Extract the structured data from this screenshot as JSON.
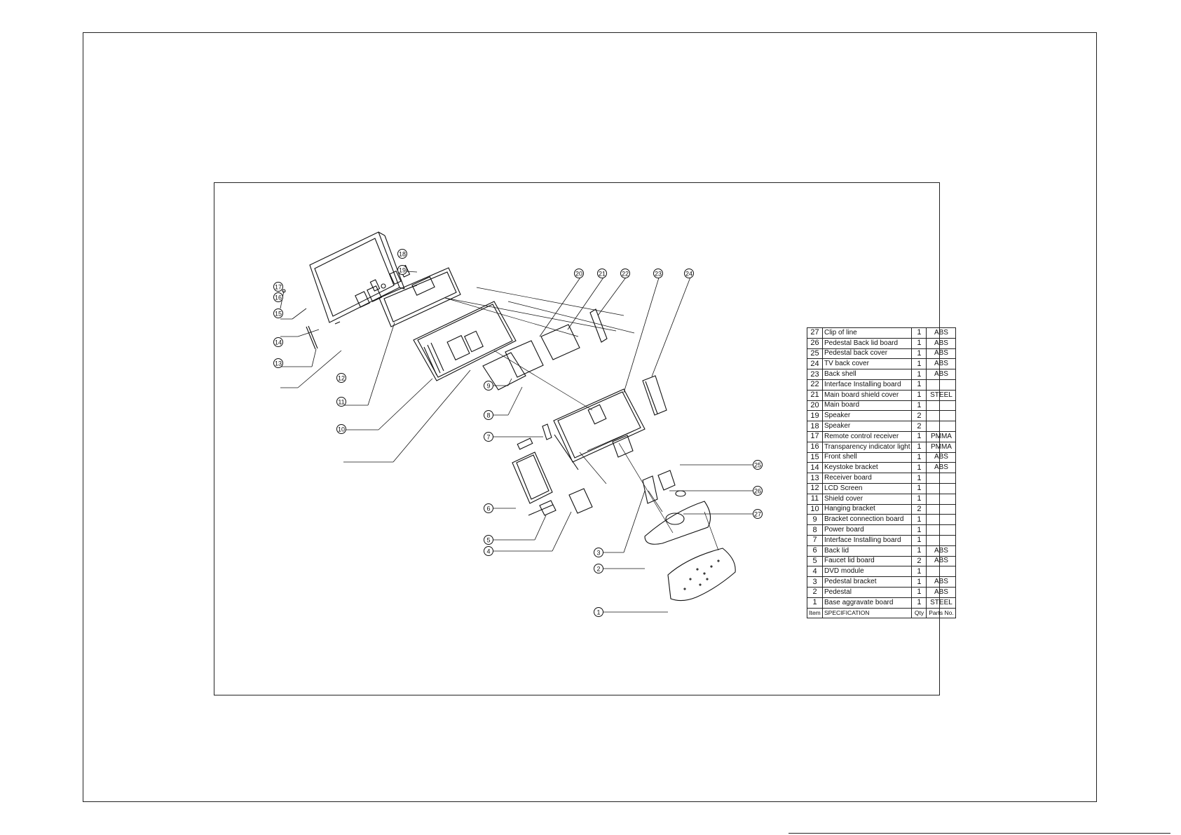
{
  "parts_list": {
    "header": {
      "item": "Item",
      "specification": "SPECIFICATION",
      "qty": "Qty",
      "parts_no": "Parts No."
    },
    "rows": [
      {
        "item": "27",
        "specification": "Clip of line",
        "qty": "1",
        "parts_no": "ABS"
      },
      {
        "item": "26",
        "specification": "Pedestal Back lid board",
        "qty": "1",
        "parts_no": "ABS"
      },
      {
        "item": "25",
        "specification": "Pedestal back cover",
        "qty": "1",
        "parts_no": "ABS"
      },
      {
        "item": "24",
        "specification": "TV back cover",
        "qty": "1",
        "parts_no": "ABS"
      },
      {
        "item": "23",
        "specification": "Back shell",
        "qty": "1",
        "parts_no": "ABS"
      },
      {
        "item": "22",
        "specification": "Interface Installing board",
        "qty": "1",
        "parts_no": ""
      },
      {
        "item": "21",
        "specification": "Main board shield cover",
        "qty": "1",
        "parts_no": "STEEL"
      },
      {
        "item": "20",
        "specification": "Main board",
        "qty": "1",
        "parts_no": ""
      },
      {
        "item": "19",
        "specification": "Speaker",
        "qty": "2",
        "parts_no": ""
      },
      {
        "item": "18",
        "specification": "Speaker",
        "qty": "2",
        "parts_no": ""
      },
      {
        "item": "17",
        "specification": "Remote control receiver",
        "qty": "1",
        "parts_no": "PMMA"
      },
      {
        "item": "16",
        "specification": "Transparency indicator light",
        "qty": "1",
        "parts_no": "PMMA"
      },
      {
        "item": "15",
        "specification": "Front shell",
        "qty": "1",
        "parts_no": "ABS"
      },
      {
        "item": "14",
        "specification": "Keystoke bracket",
        "qty": "1",
        "parts_no": "ABS"
      },
      {
        "item": "13",
        "specification": "Receiver board",
        "qty": "1",
        "parts_no": ""
      },
      {
        "item": "12",
        "specification": "LCD Screen",
        "qty": "1",
        "parts_no": ""
      },
      {
        "item": "11",
        "specification": "Shield cover",
        "qty": "1",
        "parts_no": ""
      },
      {
        "item": "10",
        "specification": "Hanging bracket",
        "qty": "2",
        "parts_no": ""
      },
      {
        "item": "9",
        "specification": "Bracket connection board",
        "qty": "1",
        "parts_no": ""
      },
      {
        "item": "8",
        "specification": "Power board",
        "qty": "1",
        "parts_no": ""
      },
      {
        "item": "7",
        "specification": "Interface Installing board",
        "qty": "1",
        "parts_no": ""
      },
      {
        "item": "6",
        "specification": "Back lid",
        "qty": "1",
        "parts_no": "ABS"
      },
      {
        "item": "5",
        "specification": "Faucet lid board",
        "qty": "2",
        "parts_no": "ABS"
      },
      {
        "item": "4",
        "specification": "DVD module",
        "qty": "1",
        "parts_no": ""
      },
      {
        "item": "3",
        "specification": "Pedestal bracket",
        "qty": "1",
        "parts_no": "ABS"
      },
      {
        "item": "2",
        "specification": "Pedestal",
        "qty": "1",
        "parts_no": "ABS"
      },
      {
        "item": "1",
        "specification": "Base aggravate board",
        "qty": "1",
        "parts_no": "STEEL"
      }
    ]
  },
  "callouts": [
    {
      "id": "c17",
      "label": "17"
    },
    {
      "id": "c16",
      "label": "16"
    },
    {
      "id": "c15",
      "label": "15"
    },
    {
      "id": "c14",
      "label": "14"
    },
    {
      "id": "c13",
      "label": "13"
    },
    {
      "id": "c12",
      "label": "12"
    },
    {
      "id": "c11",
      "label": "11"
    },
    {
      "id": "c10",
      "label": "10"
    },
    {
      "id": "c18",
      "label": "18"
    },
    {
      "id": "c19",
      "label": "19"
    },
    {
      "id": "c20",
      "label": "20"
    },
    {
      "id": "c21",
      "label": "21"
    },
    {
      "id": "c22",
      "label": "22"
    },
    {
      "id": "c23",
      "label": "23"
    },
    {
      "id": "c24",
      "label": "24"
    },
    {
      "id": "c9",
      "label": "9"
    },
    {
      "id": "c8",
      "label": "8"
    },
    {
      "id": "c7",
      "label": "7"
    },
    {
      "id": "c6",
      "label": "6"
    },
    {
      "id": "c5",
      "label": "5"
    },
    {
      "id": "c4",
      "label": "4"
    },
    {
      "id": "c3",
      "label": "3"
    },
    {
      "id": "c2",
      "label": "2"
    },
    {
      "id": "c1",
      "label": "1"
    },
    {
      "id": "c25",
      "label": "25"
    },
    {
      "id": "c26",
      "label": "26"
    },
    {
      "id": "c27",
      "label": "27"
    }
  ]
}
